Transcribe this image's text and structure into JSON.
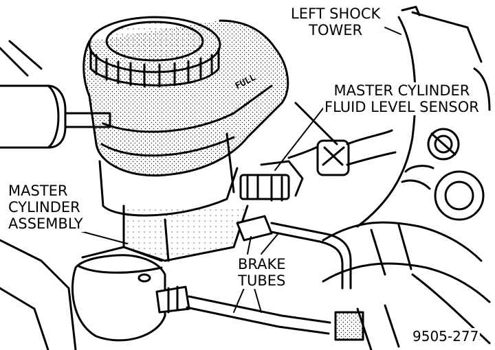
{
  "labels": {
    "left_shock_tower": [
      "LEFT SHOCK",
      "TOWER"
    ],
    "fluid_level_sensor": [
      "MASTER CYLINDER",
      "FLUID LEVEL SENSOR"
    ],
    "master_cylinder_assembly": [
      "MASTER",
      "CYLINDER",
      "ASSEMBLY"
    ],
    "brake_tubes": [
      "BRAKE",
      "TUBES"
    ]
  },
  "reservoir_marking": "FULL",
  "figure_number": "9505-277",
  "colors": {
    "ink": "#000000",
    "paper": "#ffffff"
  }
}
